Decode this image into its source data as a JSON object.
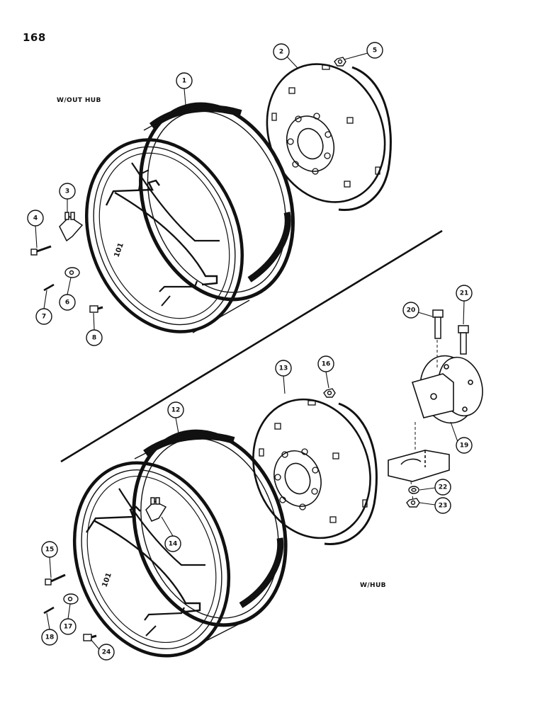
{
  "page_number": "168",
  "sections": {
    "without_hub": "W/OUT HUB",
    "with_hub": "W/HUB"
  },
  "callouts": [
    "1",
    "2",
    "3",
    "4",
    "5",
    "6",
    "7",
    "8",
    "12",
    "13",
    "14",
    "15",
    "16",
    "17",
    "18",
    "19",
    "20",
    "21",
    "22",
    "23",
    "24"
  ],
  "rim_stamp": "101",
  "colors": {
    "ink": "#111111",
    "paper": "#ffffff"
  }
}
